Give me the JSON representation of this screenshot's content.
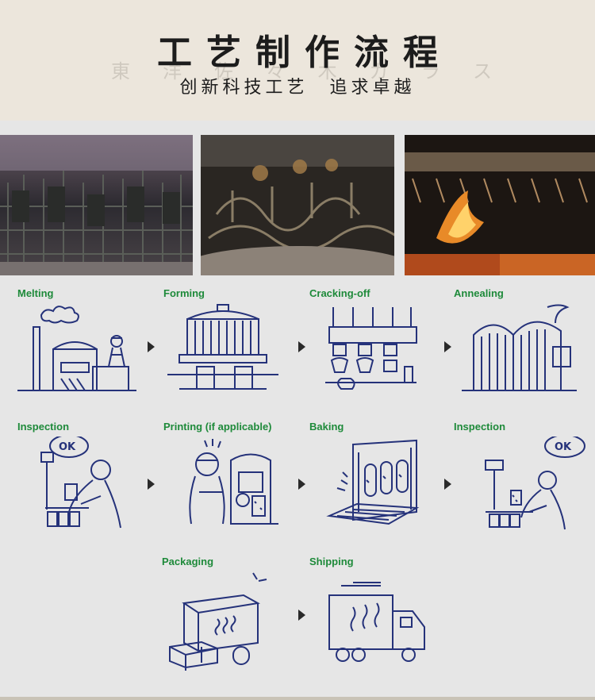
{
  "header": {
    "title": "工艺制作流程",
    "subtitle": "创新科技工艺　追求卓越",
    "watermark": [
      "東",
      "洋",
      "佐",
      "々",
      "木",
      "ガ",
      "ラ",
      "ス"
    ]
  },
  "steps": [
    {
      "label": "Melting",
      "icon": "furnace-icon"
    },
    {
      "label": "Forming",
      "icon": "forming-machine-icon"
    },
    {
      "label": "Cracking-off",
      "icon": "cracking-off-icon"
    },
    {
      "label": "Annealing",
      "icon": "annealing-oven-icon"
    },
    {
      "label": "Inspection",
      "icon": "inspection-icon"
    },
    {
      "label": "Printing (if applicable)",
      "icon": "printing-icon"
    },
    {
      "label": "Baking",
      "icon": "baking-oven-icon"
    },
    {
      "label": "Inspection",
      "icon": "inspection-icon"
    },
    {
      "label": "Packaging",
      "icon": "packaging-icon"
    },
    {
      "label": "Shipping",
      "icon": "truck-icon"
    }
  ],
  "badges": {
    "ok": "OK"
  },
  "colors": {
    "line": "#25327a",
    "label": "#1e8a3a",
    "header_bg": "#ece6dc",
    "body_bg": "#e6e6e6"
  }
}
